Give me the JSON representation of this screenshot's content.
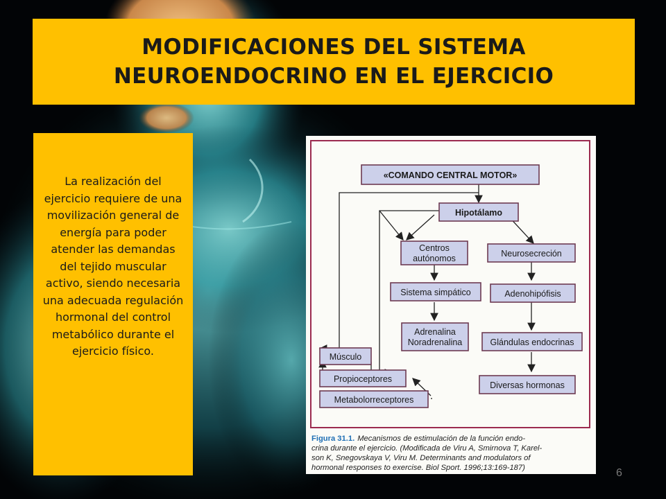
{
  "slide": {
    "title_line1": "MODIFICACIONES DEL SISTEMA",
    "title_line2": "NEUROENDOCRINO EN EL EJERCICIO",
    "body_text": "La realización del ejercicio requiere de una movilización general de energía para poder atender las demandas del tejido muscular activo, siendo necesaria una adecuada regulación hormonal del control metabólico durante el ejercicio físico.",
    "page_number": "6",
    "colors": {
      "accent": "#FFC000",
      "background": "#000000",
      "figure_frame": "#9b2a4f",
      "box_fill": "#ccd0ea",
      "caption_label": "#1f6fb5"
    }
  },
  "diagram": {
    "nodes": {
      "comando": "«COMANDO CENTRAL MOTOR»",
      "hipotalamo": "Hipotálamo",
      "centros_1": "Centros",
      "centros_2": "autónomos",
      "neurosecrecion": "Neurosecreción",
      "simpatico": "Sistema simpático",
      "adenohipofisis": "Adenohipófisis",
      "adrenalina_1": "Adrenalina",
      "adrenalina_2": "Noradrenalina",
      "glandulas": "Glándulas endocrinas",
      "musculo": "Músculo",
      "propioceptores": "Propioceptores",
      "hormonas": "Diversas hormonas",
      "metabolorreceptores": "Metabolorreceptores"
    },
    "caption": {
      "label": "Figura 31.1.",
      "line1": "Mecanismos de estimulación de la función endo-",
      "line2": "crina durante el ejercicio. (Modificada de Viru A, Smirnova T, Karel-",
      "line3": "son K, Snegovskaya V, Viru M. Determinants and modulators of",
      "line4": "hormonal responses to exercise. Biol Sport. 1996;13:169-187)"
    }
  }
}
